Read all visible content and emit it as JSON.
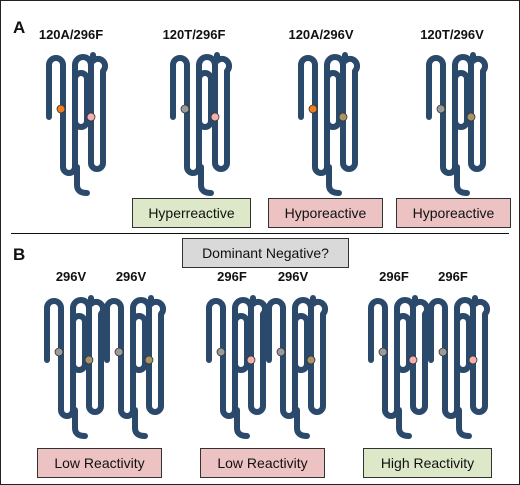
{
  "panel_a": {
    "letter": "A",
    "receptors": [
      {
        "label": "120A/296F",
        "dot120": "#f07d1f",
        "dot296": "#f4b0b0",
        "phenotype": ""
      },
      {
        "label": "120T/296F",
        "dot120": "#9a9a9a",
        "dot296": "#f4b0b0",
        "phenotype": "Hyperreactive",
        "phenotype_color": "#dde8c8"
      },
      {
        "label": "120A/296V",
        "dot120": "#f07d1f",
        "dot296": "#a8946a",
        "phenotype": "Hyporeactive",
        "phenotype_color": "#ecc2c2"
      },
      {
        "label": "120T/296V",
        "dot120": "#9a9a9a",
        "dot296": "#a8946a",
        "phenotype": "Hyporeactive",
        "phenotype_color": "#ecc2c2"
      }
    ]
  },
  "panel_b": {
    "letter": "B",
    "question": "Dominant Negative?",
    "dimers": [
      {
        "left_label": "296V",
        "right_label": "296V",
        "left_dot296": "#a8946a",
        "right_dot296": "#a8946a",
        "result": "Low Reactivity"
      },
      {
        "left_label": "296F",
        "right_label": "296V",
        "left_dot296": "#f4b0b0",
        "right_dot296": "#a8946a",
        "result": "Low Reactivity"
      },
      {
        "left_label": "296F",
        "right_label": "296F",
        "left_dot296": "#f4b0b0",
        "right_dot296": "#f4b0b0",
        "result": "High Reactivity"
      }
    ]
  },
  "colors": {
    "receptor": "#2b4a6b",
    "dot120_b": "#9a9a9a",
    "positive": "#dde8c8",
    "negative": "#ecc2c2",
    "neutral": "#d9d9d9"
  }
}
